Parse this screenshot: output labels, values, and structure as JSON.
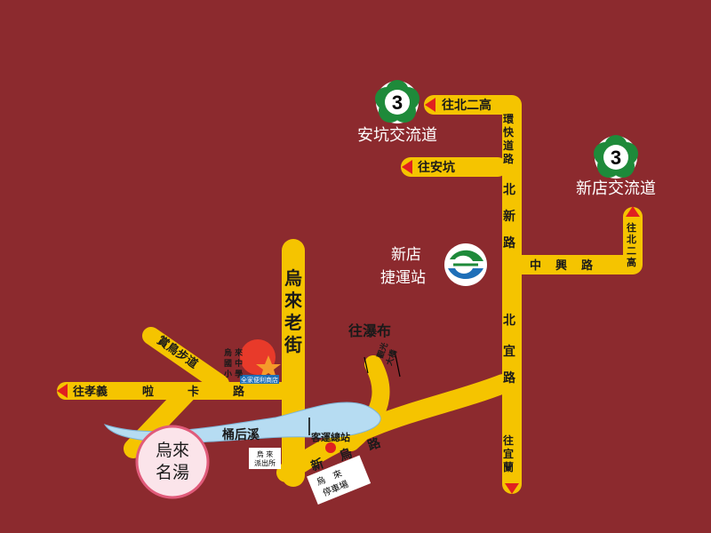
{
  "colors": {
    "background": "#8c2a2e",
    "road": "#f5c400",
    "river": "#b6dcf2",
    "arrow": "#e02020",
    "interchange_badge": "#1e8a3a",
    "hotspring_fill": "#fbe4ea",
    "hotspring_border": "#e05b7a"
  },
  "interchanges": [
    {
      "number": "3",
      "name": "安坑交流道",
      "icon": "flower-route-badge-icon"
    },
    {
      "number": "3",
      "name": "新店交流道",
      "icon": "flower-route-badge-icon"
    }
  ],
  "directions": {
    "to_beierGao_top": "往北二高",
    "to_ankeng": "往安坑",
    "to_beierGao_right": "往北二高",
    "to_xiaoyi": "往孝義",
    "to_waterfall": "往瀑布",
    "to_yilan": "往宜蘭"
  },
  "roads": {
    "huankuai_road": "環快道路",
    "beixin_road": "北新路",
    "zhongxing_road": "中興路",
    "beiyi_road": "北宜路",
    "wulai_old_street": "烏來老街",
    "xinwu_road": "新烏路",
    "wulai_road": "啦卡路",
    "trail": "賞鳥步道"
  },
  "places": {
    "mrt_station": "新店捷運站",
    "river": "桶后溪",
    "hotspring": "烏來名湯",
    "school": "烏來國中小學",
    "police": "烏來派出所",
    "parking": "烏來停車場",
    "bus_terminal": "客運總站",
    "bridge": "觀光大橋",
    "store": "全家便利商店"
  }
}
